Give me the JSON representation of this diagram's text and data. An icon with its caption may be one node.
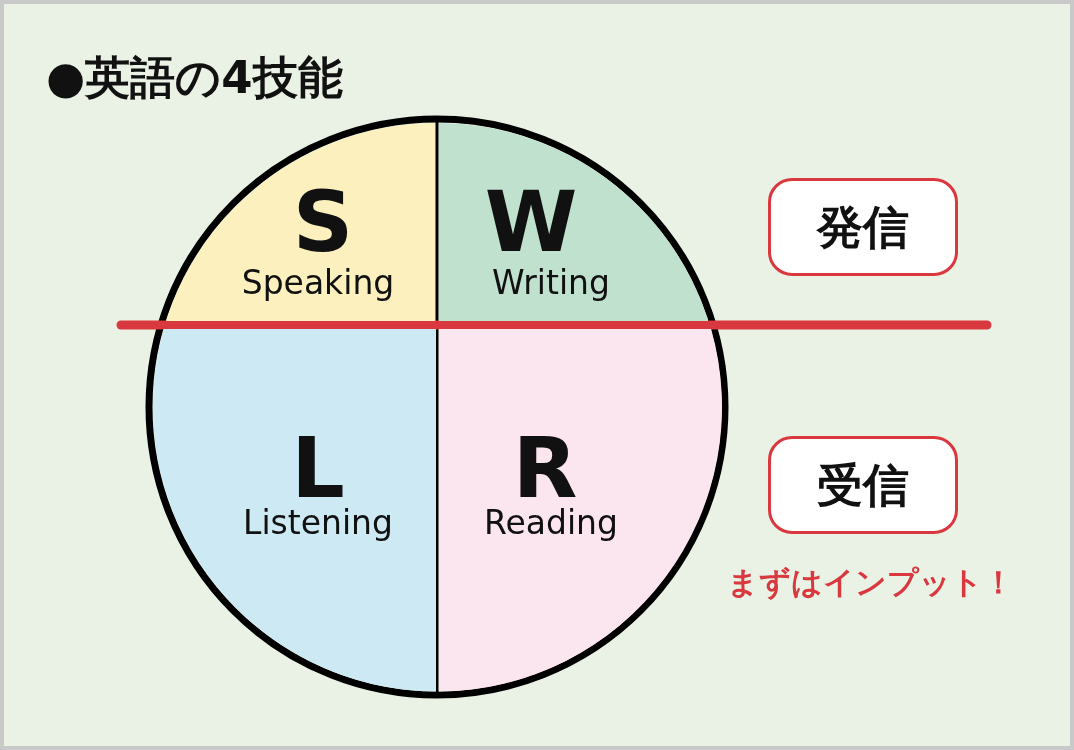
{
  "diagram": {
    "title": "●英語の4技能",
    "nodes": [
      {
        "text": [
          "S",
          "Speaking"
        ]
      },
      {
        "text": [
          "W",
          "Writing"
        ]
      },
      {
        "text": [
          "L",
          "Listening"
        ]
      },
      {
        "text": [
          "R",
          "Reading"
        ]
      },
      {
        "text": [
          "発信"
        ]
      },
      {
        "text": [
          "受信"
        ]
      }
    ],
    "labels": [
      "まずはインプット！"
    ]
  }
}
